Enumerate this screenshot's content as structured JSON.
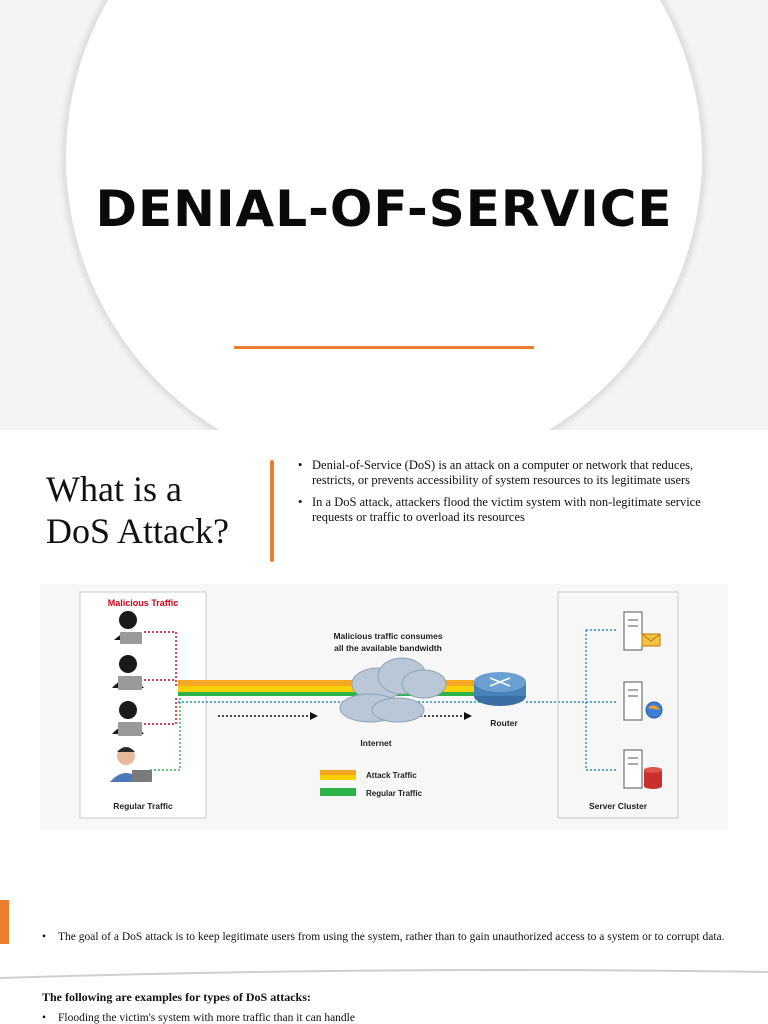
{
  "slide1": {
    "title": "DENIAL-OF-SERVICE"
  },
  "slide2": {
    "title_line1": "What is a",
    "title_line2": "DoS Attack?",
    "bullets": [
      "Denial-of-Service (DoS) is an attack on a computer or network that reduces, restricts, or prevents accessibility of system resources to its legitimate users",
      "In a DoS attack, attackers flood the victim system with non-legitimate service requests or traffic to overload its resources"
    ]
  },
  "diagram": {
    "malicious_label": "Malicious Traffic",
    "regular_label": "Regular Traffic",
    "callout": [
      "Malicious traffic consumes",
      "all the available bandwidth"
    ],
    "internet_label": "Internet",
    "router_label": "Router",
    "legend_attack": "Attack Traffic",
    "legend_regular": "Regular Traffic",
    "server_label": "Server Cluster",
    "colors": {
      "attack_orange": "#f5a623",
      "attack_yellow": "#f7d000",
      "regular_green": "#2db34a",
      "malicious_red": "#d0021b",
      "dotted_blue": "#2b8fc7"
    }
  },
  "slide3": {
    "goal": "The goal of a DoS attack is to keep legitimate users from using the system, rather than to gain unauthorized access to a system or to corrupt data.",
    "examples_title": "The following are examples for types of DoS attacks:",
    "examples": [
      "Flooding the victim's system with more traffic than it can handle"
    ]
  }
}
